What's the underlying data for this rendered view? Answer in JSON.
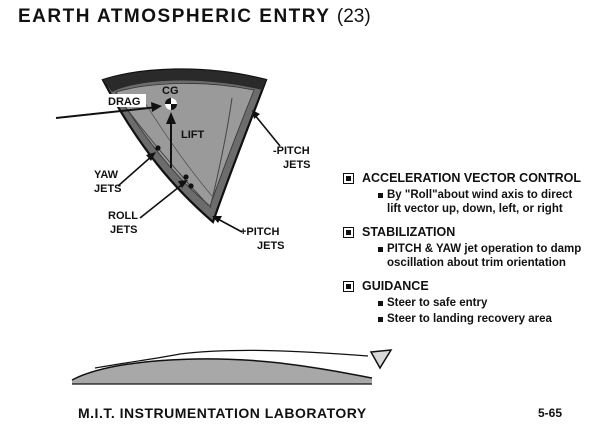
{
  "header": {
    "title": "EARTH ATMOSPHERIC ENTRY",
    "number": "(23)"
  },
  "figure": {
    "labels": {
      "drag": "DRAG",
      "cg": "CG",
      "lift": "LIFT",
      "minus_pitch_line1": "-PITCH",
      "minus_pitch_line2": "JETS",
      "yaw_line1": "YAW",
      "yaw_line2": "JETS",
      "roll_line1": "ROLL",
      "roll_line2": "JETS",
      "plus_pitch_line1": "+PITCH",
      "plus_pitch_line2": "JETS"
    }
  },
  "sections": [
    {
      "heading": "ACCELERATION VECTOR CONTROL",
      "items": [
        {
          "lines": [
            "By \"Roll\"about wind axis to direct",
            "lift vector up, down, left, or right"
          ]
        }
      ]
    },
    {
      "heading": "STABILIZATION",
      "items": [
        {
          "lines": [
            "PITCH & YAW jet operation to damp",
            "oscillation about trim orientation"
          ]
        }
      ]
    },
    {
      "heading": "GUIDANCE",
      "items": [
        {
          "lines": [
            "Steer to safe entry"
          ]
        },
        {
          "lines": [
            "Steer to landing recovery area"
          ]
        }
      ]
    }
  ],
  "footer": {
    "lab": "M.I.T. INSTRUMENTATION LABORATORY",
    "page": "5-65"
  }
}
